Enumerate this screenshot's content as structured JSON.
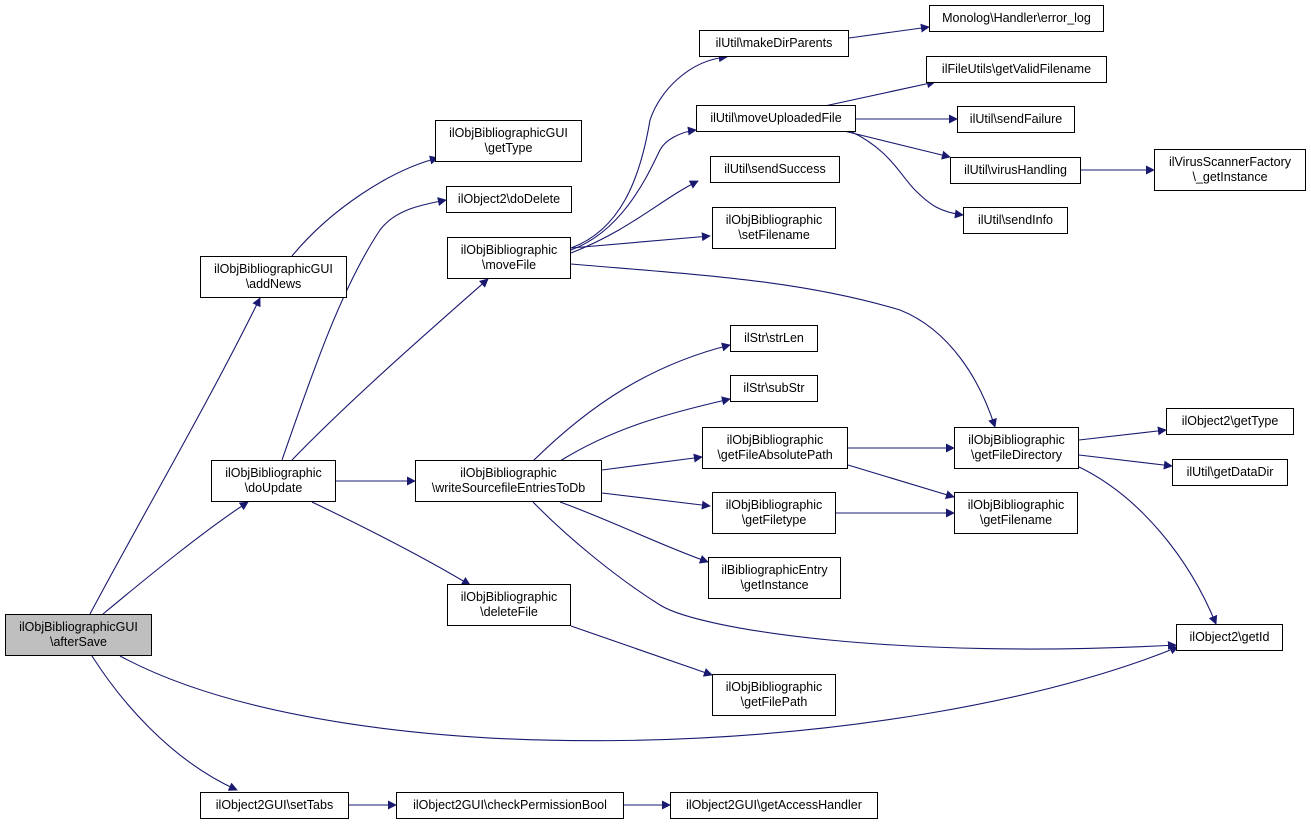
{
  "colors": {
    "edge": "#191970",
    "node_border": "#000000",
    "node_fill": "#ffffff",
    "root_fill": "#bfbfbf"
  },
  "nodes": {
    "afterSave": {
      "line1": "ilObjBibliographicGUI",
      "line2": "\\afterSave"
    },
    "addNews": {
      "line1": "ilObjBibliographicGUI",
      "line2": "\\addNews"
    },
    "getType": {
      "line1": "ilObjBibliographicGUI",
      "line2": "\\getType"
    },
    "doDelete": {
      "line1": "ilObject2\\doDelete"
    },
    "doUpdate": {
      "line1": "ilObjBibliographic",
      "line2": "\\doUpdate"
    },
    "moveFile": {
      "line1": "ilObjBibliographic",
      "line2": "\\moveFile"
    },
    "writeSourcefile": {
      "line1": "ilObjBibliographic",
      "line2": "\\writeSourcefileEntriesToDb"
    },
    "deleteFile": {
      "line1": "ilObjBibliographic",
      "line2": "\\deleteFile"
    },
    "setTabs": {
      "line1": "ilObject2GUI\\setTabs"
    },
    "checkPermissionBool": {
      "line1": "ilObject2GUI\\checkPermissionBool"
    },
    "getAccessHandler": {
      "line1": "ilObject2GUI\\getAccessHandler"
    },
    "makeDirParents": {
      "line1": "ilUtil\\makeDirParents"
    },
    "moveUploadedFile": {
      "line1": "ilUtil\\moveUploadedFile"
    },
    "sendSuccess": {
      "line1": "ilUtil\\sendSuccess"
    },
    "setFilename": {
      "line1": "ilObjBibliographic",
      "line2": "\\setFilename"
    },
    "errorLog": {
      "line1": "Monolog\\Handler\\error_log"
    },
    "getValidFilename": {
      "line1": "ilFileUtils\\getValidFilename"
    },
    "sendFailure": {
      "line1": "ilUtil\\sendFailure"
    },
    "virusHandling": {
      "line1": "ilUtil\\virusHandling"
    },
    "sendInfo": {
      "line1": "ilUtil\\sendInfo"
    },
    "virusScanner": {
      "line1": "ilVirusScannerFactory",
      "line2": "\\_getInstance"
    },
    "strLen": {
      "line1": "ilStr\\strLen"
    },
    "subStr": {
      "line1": "ilStr\\subStr"
    },
    "getFileAbsolutePath": {
      "line1": "ilObjBibliographic",
      "line2": "\\getFileAbsolutePath"
    },
    "getFiletype": {
      "line1": "ilObjBibliographic",
      "line2": "\\getFiletype"
    },
    "getEntryInstance": {
      "line1": "ilBibliographicEntry",
      "line2": "\\getInstance"
    },
    "getFilePath": {
      "line1": "ilObjBibliographic",
      "line2": "\\getFilePath"
    },
    "getFileDirectory": {
      "line1": "ilObjBibliographic",
      "line2": "\\getFileDirectory"
    },
    "getFilename": {
      "line1": "ilObjBibliographic",
      "line2": "\\getFilename"
    },
    "o2GetType": {
      "line1": "ilObject2\\getType"
    },
    "getDataDir": {
      "line1": "ilUtil\\getDataDir"
    },
    "getId": {
      "line1": "ilObject2\\getId"
    }
  }
}
